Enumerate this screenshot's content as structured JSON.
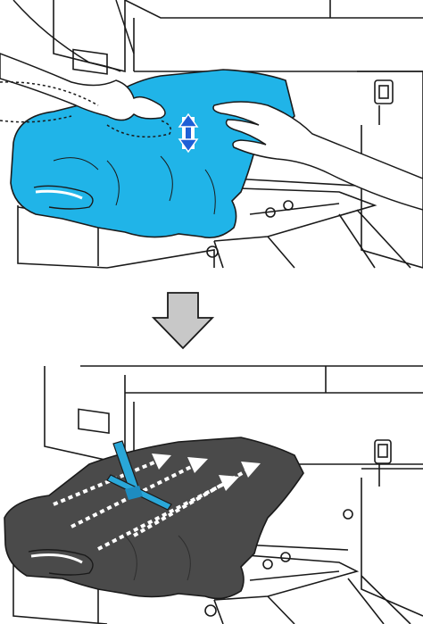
{
  "figure": {
    "panels": [
      {
        "id": "before",
        "shirt_color": "#20b4e8",
        "description_icon": "lift-and-lower-arrow"
      },
      {
        "id": "after",
        "shirt_color": "#4a4a4a",
        "description_icon": "flatten-tool-with-arrows"
      }
    ],
    "transition_icon": "down-arrow-icon",
    "colors": {
      "line": "#1a1a1a",
      "printer_body": "#ffffff",
      "cyan_shirt": "#20b4e8",
      "dark_shirt": "#4a4a4a",
      "arrow_gray": "#c8c8c8",
      "tool_blue": "#2aa7d8"
    }
  }
}
